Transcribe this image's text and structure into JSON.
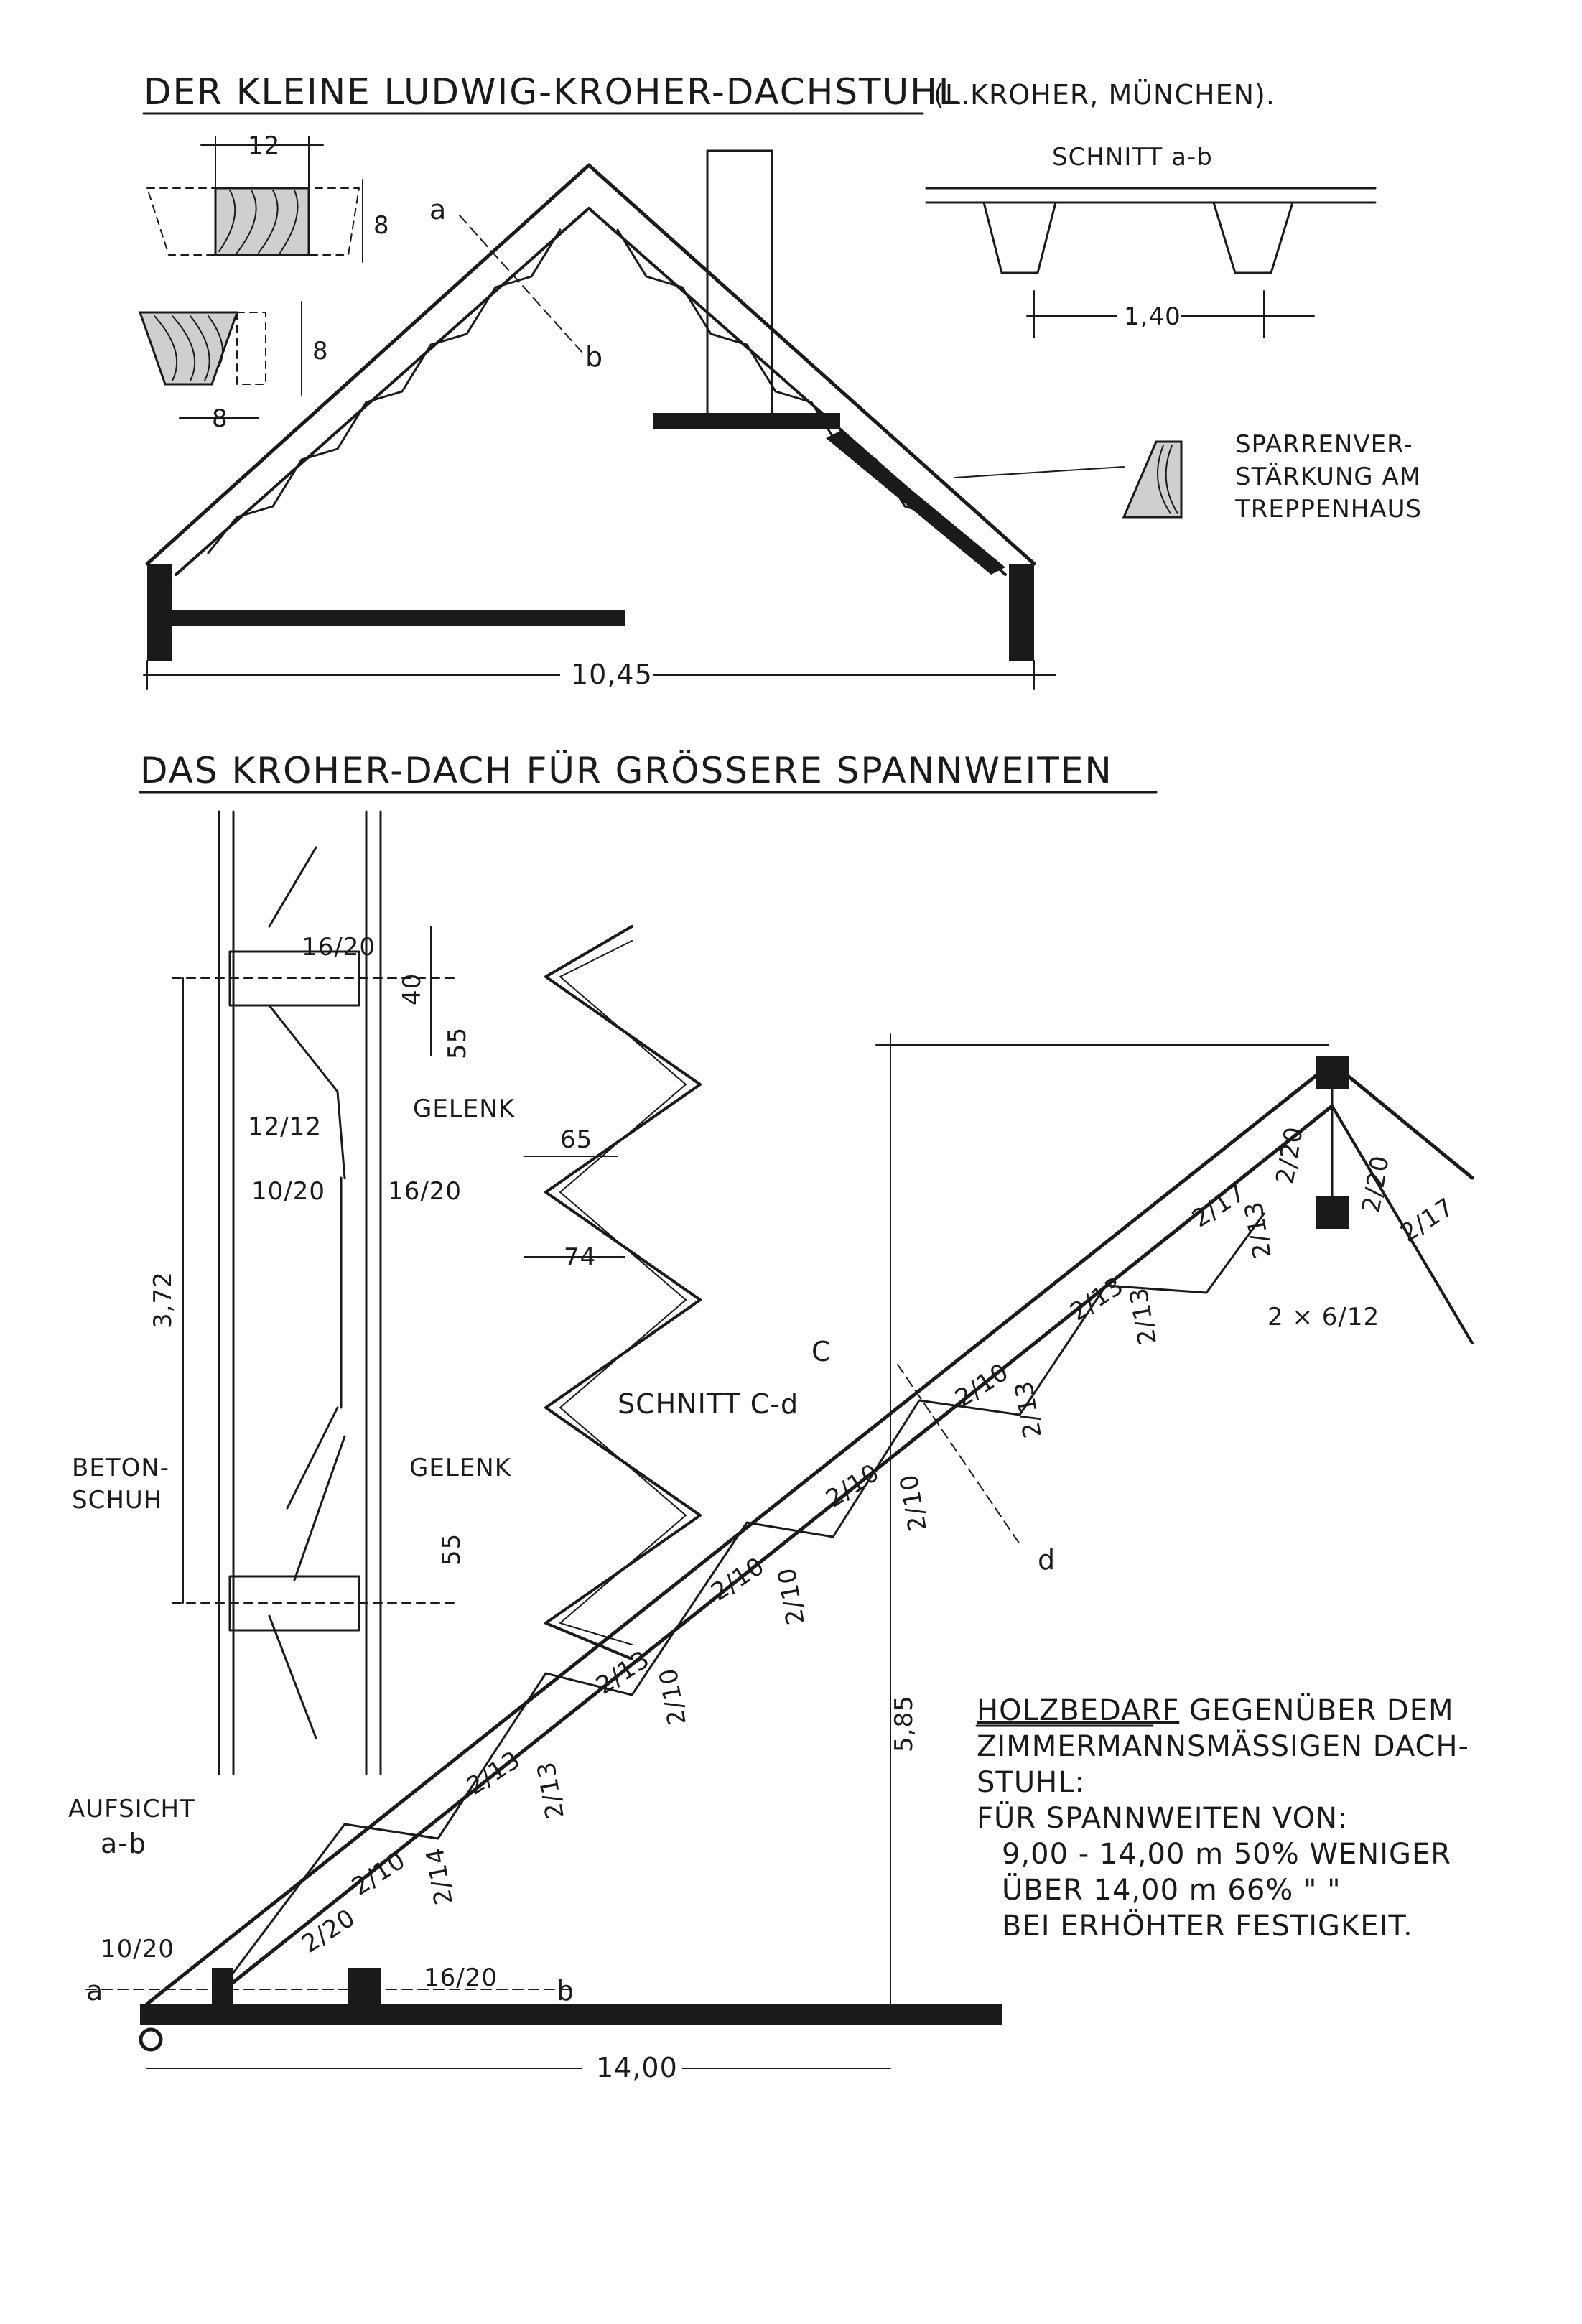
{
  "top": {
    "title_main": "DER KLEINE LUDWIG-KROHER-DACHSTUHL",
    "title_sub": "(L.KROHER, MÜNCHEN).",
    "dim_12": "12",
    "dim_8a": "8",
    "dim_8b": "8",
    "dim_8c": "8",
    "label_a": "a",
    "label_b": "b",
    "schnitt_title": "SCHNITT a-b",
    "dim_140": "1,40",
    "span_total": "10,45",
    "sparren_1": "SPARRENVER-",
    "sparren_2": "STÄRKUNG AM",
    "sparren_3": "TREPPENHAUS"
  },
  "bottom": {
    "title": "DAS KROHER-DACH FÜR GRÖSSERE SPANNWEITEN",
    "plan": {
      "m_16_20a": "16/20",
      "m_40": "40",
      "m_55a": "55",
      "gelenk_1": "GELENK",
      "m_12_12": "12/12",
      "m_10_20": "10/20",
      "m_16_20b": "16/20",
      "height": "3,72",
      "beton_1": "BETON-",
      "beton_2": "SCHUH",
      "gelenk_2": "GELENK",
      "m_55b": "55",
      "aufsicht_1": "AUFSICHT",
      "aufsicht_2": "a-b"
    },
    "section": {
      "m_65": "65",
      "m_74": "74",
      "title": "SCHNITT C-d"
    },
    "truss": {
      "m_10_20": "10/20",
      "label_a": "a",
      "label_b": "b",
      "m_16_20": "16/20",
      "span": "14,00",
      "height": "5,85",
      "label_c": "C",
      "label_d": "d",
      "m_2x6_12": "2 × 6/12",
      "members": [
        "2/20",
        "2/10",
        "2/13",
        "2/13",
        "2/10",
        "2/10",
        "2/10",
        "2/13",
        "2/17",
        "2/20",
        "2/17",
        "2/20"
      ],
      "diagonals": [
        "2/14",
        "2/13",
        "2/10",
        "2/10",
        "2/10",
        "2/13",
        "2/13",
        "2/13"
      ]
    },
    "note": {
      "line1_u": "HOLZBEDARF",
      "line1_rest": " GEGENÜBER DEM",
      "line2": "ZIMMERMANNSMÄSSIGEN DACH-",
      "line3": "STUHL:",
      "line4": "FÜR SPANNWEITEN VON:",
      "line5": "9,00 - 14,00 m 50% WENIGER",
      "line6": "ÜBER 14,00 m 66%    \"    \"",
      "line7": "BEI ERHÖHTER FESTIGKEIT."
    }
  }
}
